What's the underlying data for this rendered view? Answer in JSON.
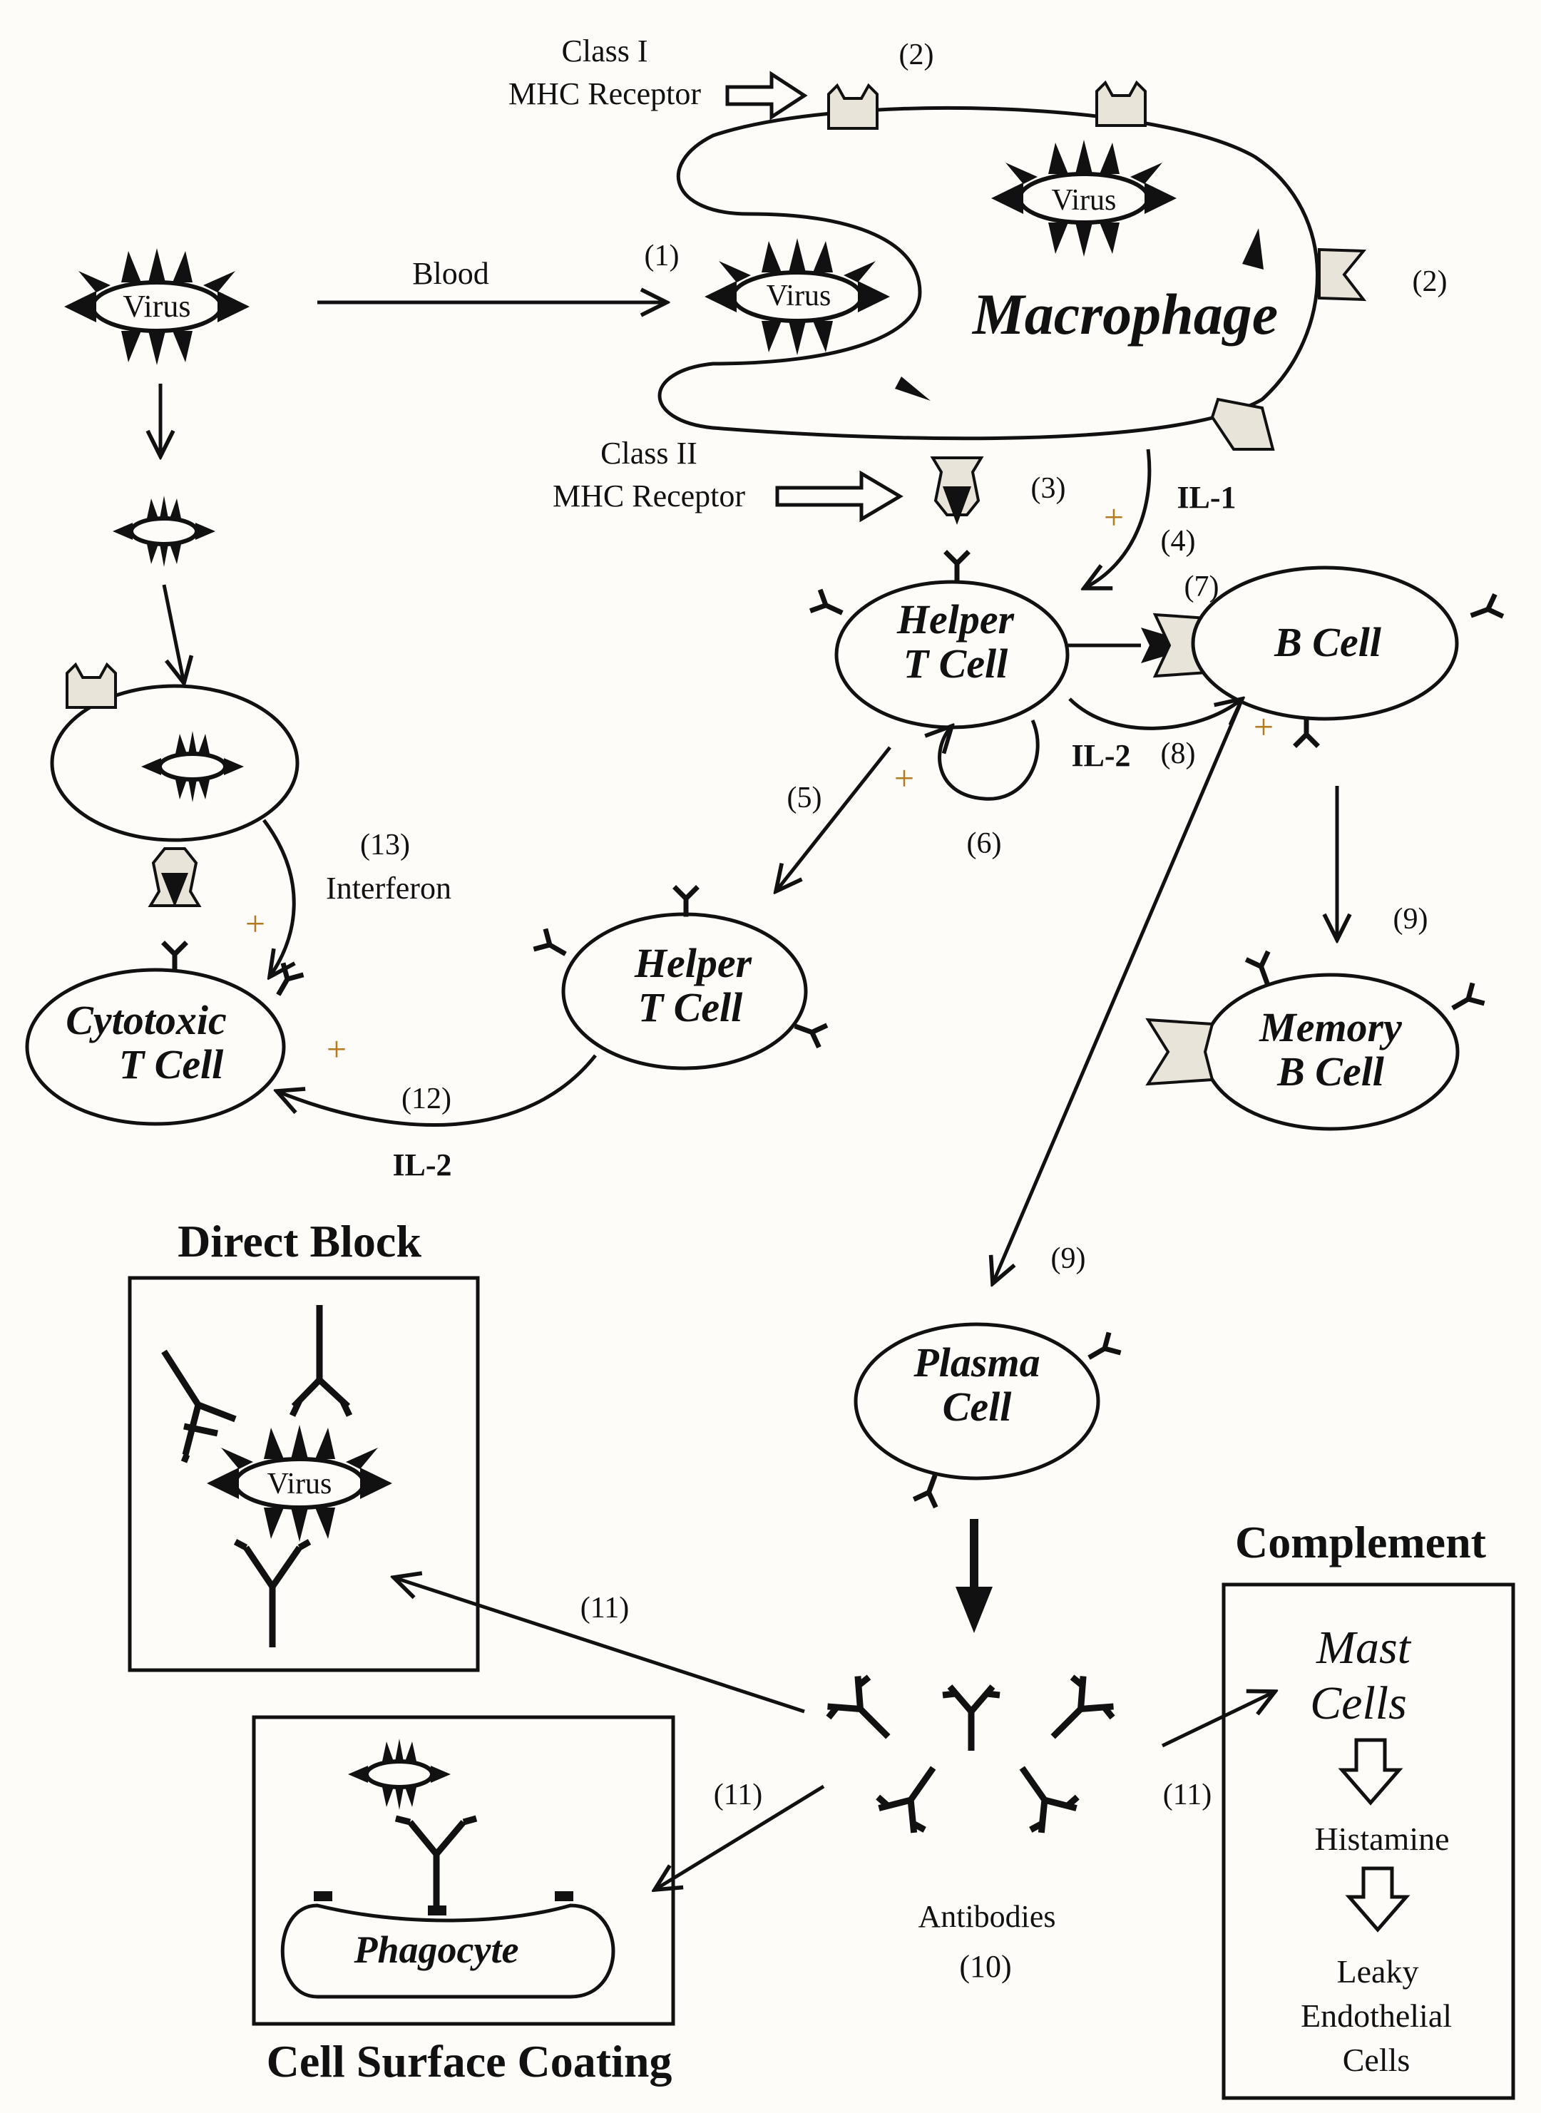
{
  "labels": {
    "virus": "Virus",
    "blood": "Blood",
    "class1_line1": "Class I",
    "class1_line2": "MHC Receptor",
    "class2_line1": "Class II",
    "class2_line2": "MHC Receptor",
    "macrophage": "Macrophage",
    "il1": "IL-1",
    "il2": "IL-2",
    "interferon": "Interferon",
    "helper_line1": "Helper",
    "helper_line2": "T Cell",
    "bcell": "B Cell",
    "memory_line1": "Memory",
    "memory_line2": "B Cell",
    "cytotoxic_line1": "Cytotoxic",
    "cytotoxic_line2": "T Cell",
    "plasma_line1": "Plasma",
    "plasma_line2": "Cell",
    "antibodies": "Antibodies",
    "direct_block": "Direct Block",
    "cell_surface_coating": "Cell Surface Coating",
    "phagocyte": "Phagocyte",
    "complement": "Complement",
    "mast_line1": "Mast",
    "mast_line2": "Cells",
    "histamine": "Histamine",
    "leaky_line1": "Leaky",
    "leaky_line2": "Endothelial",
    "leaky_line3": "Cells",
    "plus": "+"
  },
  "steps": {
    "s1": "(1)",
    "s2": "(2)",
    "s3": "(3)",
    "s4": "(4)",
    "s5": "(5)",
    "s6": "(6)",
    "s7": "(7)",
    "s8": "(8)",
    "s9": "(9)",
    "s10": "(10)",
    "s11": "(11)",
    "s12": "(12)",
    "s13": "(13)"
  }
}
